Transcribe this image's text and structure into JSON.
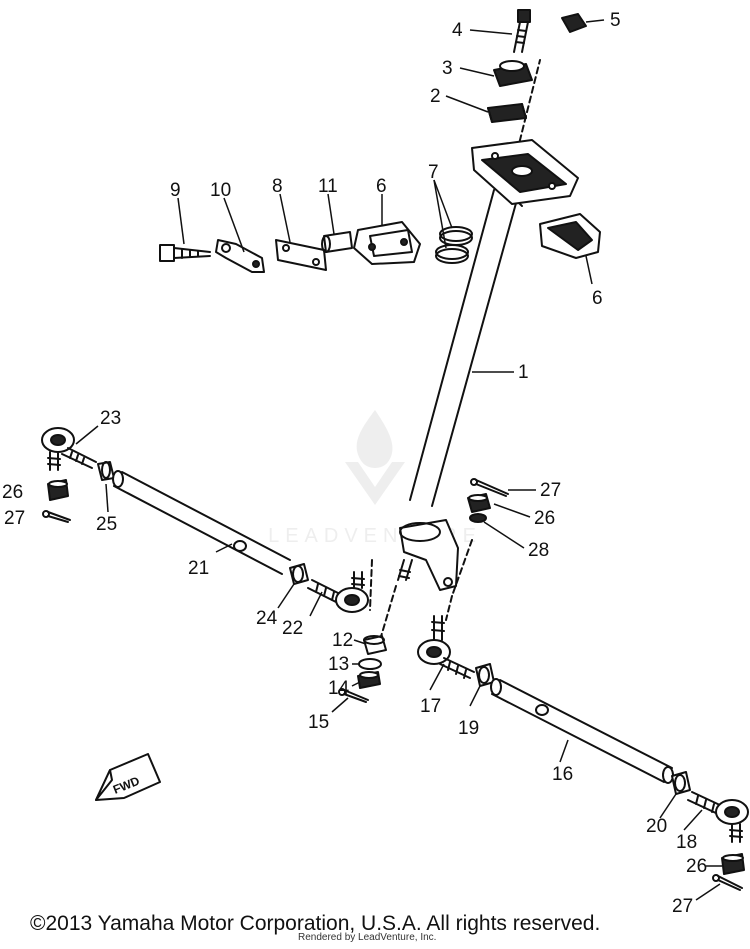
{
  "diagram": {
    "labels": [
      {
        "id": "label-4",
        "text": "4"
      },
      {
        "id": "label-5",
        "text": "5"
      },
      {
        "id": "label-3",
        "text": "3"
      },
      {
        "id": "label-2",
        "text": "2"
      },
      {
        "id": "label-9",
        "text": "9"
      },
      {
        "id": "label-10",
        "text": "10"
      },
      {
        "id": "label-8",
        "text": "8"
      },
      {
        "id": "label-11",
        "text": "11"
      },
      {
        "id": "label-6a",
        "text": "6"
      },
      {
        "id": "label-7",
        "text": "7"
      },
      {
        "id": "label-6b",
        "text": "6"
      },
      {
        "id": "label-1",
        "text": "1"
      },
      {
        "id": "label-23",
        "text": "23"
      },
      {
        "id": "label-26a",
        "text": "26"
      },
      {
        "id": "label-27a",
        "text": "27"
      },
      {
        "id": "label-25",
        "text": "25"
      },
      {
        "id": "label-21",
        "text": "21"
      },
      {
        "id": "label-27b",
        "text": "27"
      },
      {
        "id": "label-26b",
        "text": "26"
      },
      {
        "id": "label-28",
        "text": "28"
      },
      {
        "id": "label-24",
        "text": "24"
      },
      {
        "id": "label-22",
        "text": "22"
      },
      {
        "id": "label-12",
        "text": "12"
      },
      {
        "id": "label-13",
        "text": "13"
      },
      {
        "id": "label-14",
        "text": "14"
      },
      {
        "id": "label-15",
        "text": "15"
      },
      {
        "id": "label-17",
        "text": "17"
      },
      {
        "id": "label-19",
        "text": "19"
      },
      {
        "id": "label-16",
        "text": "16"
      },
      {
        "id": "label-20",
        "text": "20"
      },
      {
        "id": "label-18",
        "text": "18"
      },
      {
        "id": "label-26c",
        "text": "26"
      },
      {
        "id": "label-27c",
        "text": "27"
      }
    ],
    "fwd_label": "FWD",
    "watermark_text": "LEADVENTURE"
  },
  "footer": {
    "copyright": "©2013 Yamaha Motor Corporation, U.S.A. All rights reserved.",
    "rendered_by": "Rendered by LeadVenture, Inc."
  }
}
